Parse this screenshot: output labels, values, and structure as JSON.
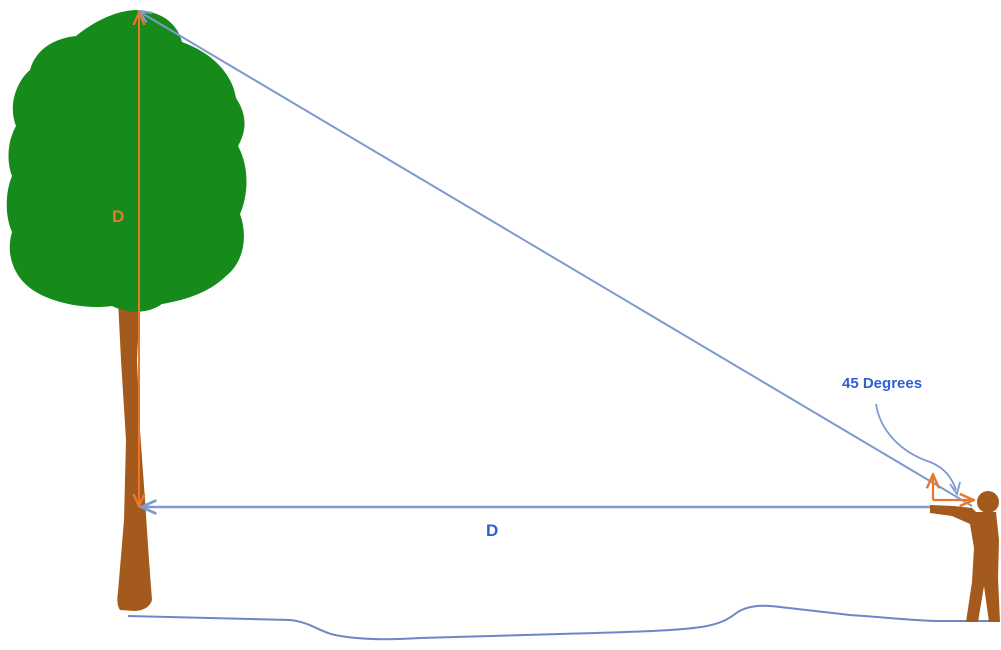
{
  "labels": {
    "vertical_distance": "D",
    "horizontal_distance": "D",
    "angle": "45 Degrees"
  },
  "colors": {
    "foliage": "#168a1a",
    "trunk": "#a35a1c",
    "person": "#a35a1c",
    "blue_line": "#7e9ad0",
    "blue_text": "#2f5fd6",
    "orange_line": "#e8782a",
    "orange_text": "#e8782a",
    "ground": "#6d87c8"
  }
}
